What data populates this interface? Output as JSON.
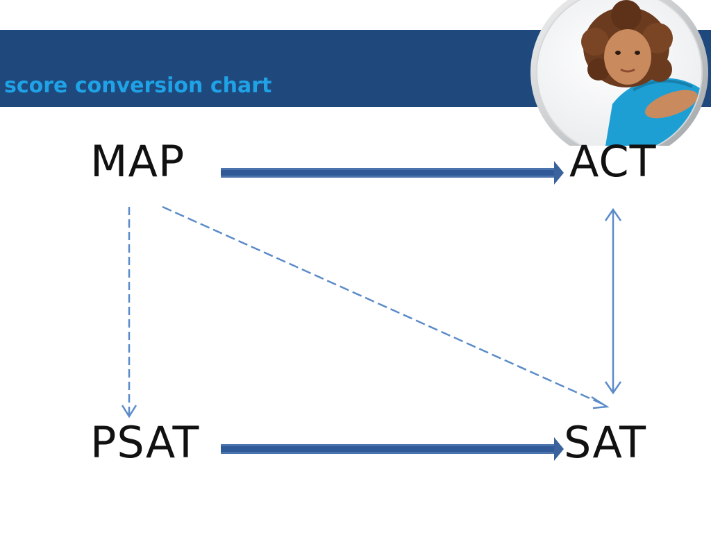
{
  "slide": {
    "title": "score conversion chart"
  },
  "diagram": {
    "nodes": {
      "map": "MAP",
      "act": "ACT",
      "psat": "PSAT",
      "sat": "SAT"
    },
    "edges": [
      {
        "from": "MAP",
        "to": "ACT",
        "style": "solid-thick"
      },
      {
        "from": "PSAT",
        "to": "SAT",
        "style": "solid-thick"
      },
      {
        "from": "MAP",
        "to": "PSAT",
        "style": "dashed"
      },
      {
        "from": "MAP",
        "to": "SAT",
        "style": "dashed"
      },
      {
        "from": "ACT",
        "to": "SAT",
        "style": "double-headed"
      }
    ]
  },
  "colors": {
    "header_band": "#1f497d",
    "title_text": "#1fa2e6",
    "arrow": "#4a72ac",
    "arrow_light": "#5b8bc9"
  }
}
